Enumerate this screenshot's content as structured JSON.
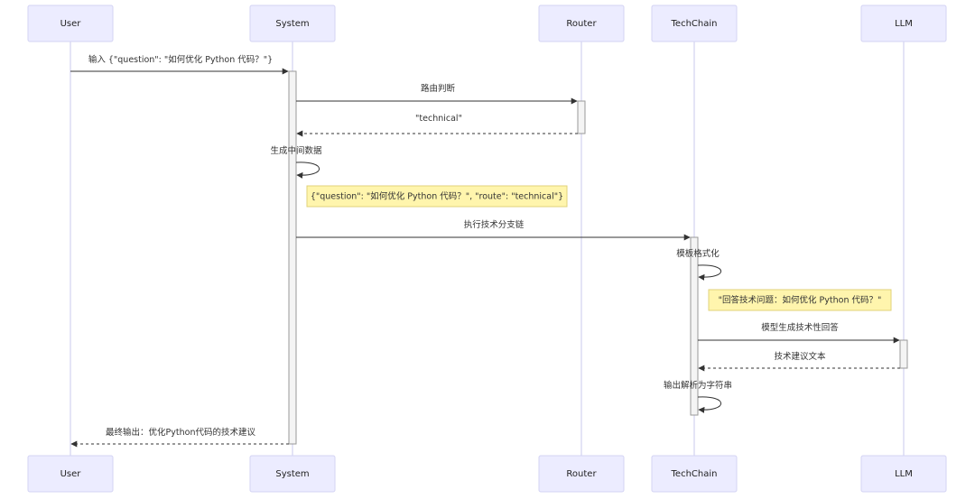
{
  "actors": {
    "user": "User",
    "system": "System",
    "router": "Router",
    "techchain": "TechChain",
    "llm": "LLM"
  },
  "messages": {
    "m1": "输入 {\"question\": \"如何优化 Python 代码？\"}",
    "m2": "路由判断",
    "m3": "\"technical\"",
    "m4": "生成中间数据",
    "m5": "执行技术分支链",
    "m6": "模板格式化",
    "m7": "模型生成技术性回答",
    "m8": "技术建议文本",
    "m9": "输出解析为字符串",
    "m10": "最终输出：优化Python代码的技术建议"
  },
  "notes": {
    "n1": "{\"question\": \"如何优化 Python 代码？\", \"route\": \"technical\"}",
    "n2": "\"回答技术问题：如何优化 Python 代码？\""
  },
  "colors": {
    "actor_fill": "#ececff",
    "note_fill": "#fff5ad",
    "line": "#333333"
  }
}
